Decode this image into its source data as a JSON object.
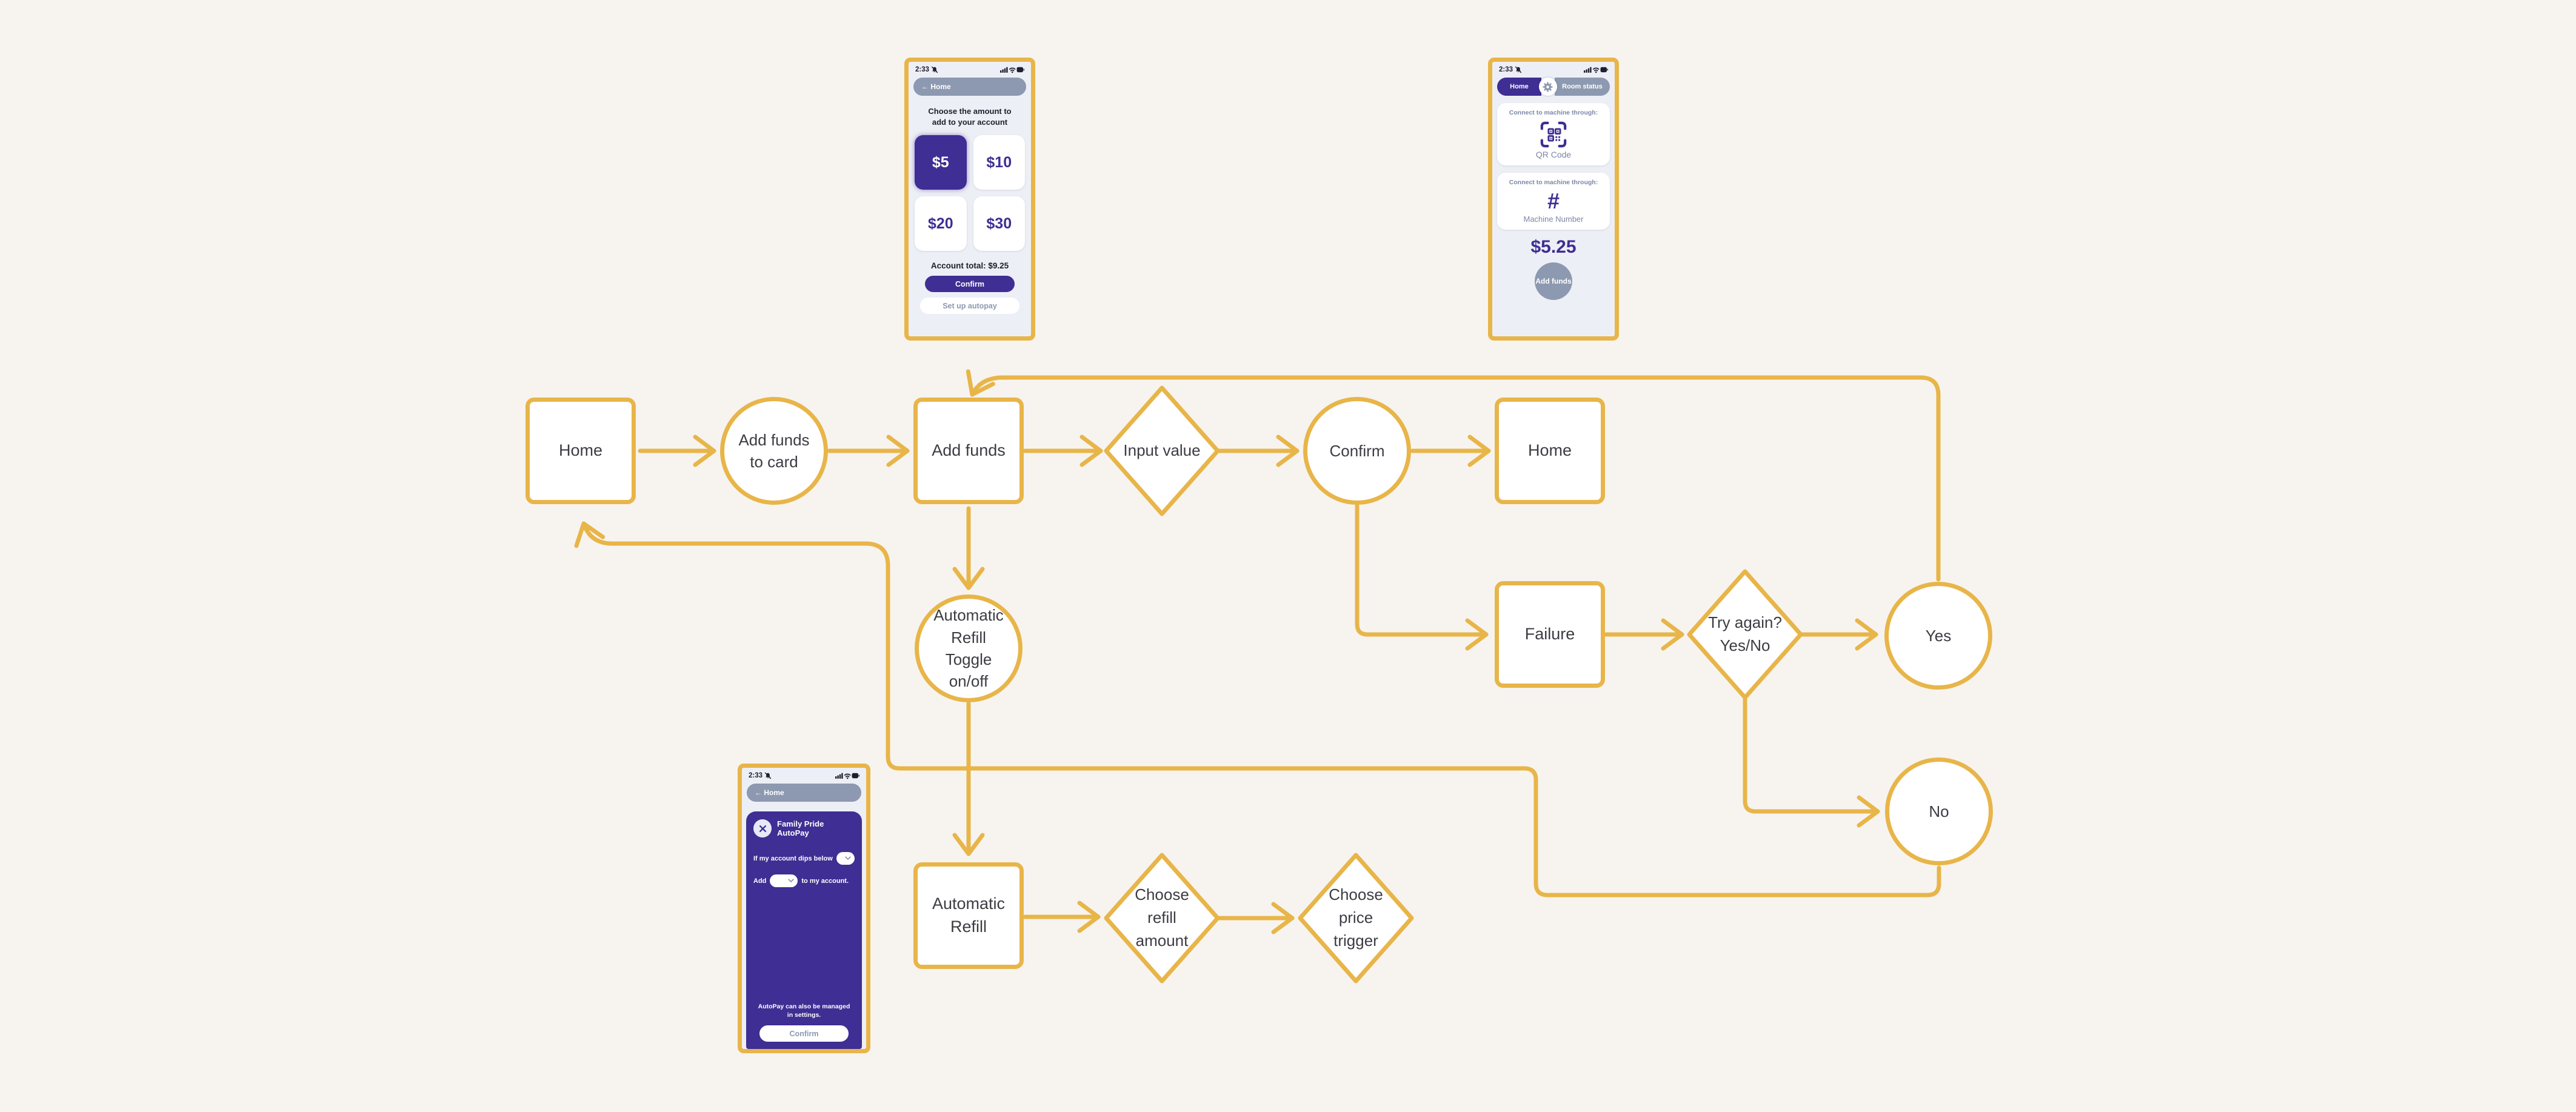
{
  "colors": {
    "accent_gold": "#E8B549",
    "brand_purple": "#3F2E93",
    "gray_pill": "#8D99B0",
    "screen_bg": "#EDEFF6",
    "page_bg": "#F7F4F0"
  },
  "flowchart": {
    "home1": "Home",
    "add_funds_to_card": "Add funds to card",
    "add_funds": "Add funds",
    "input_value": "Input value",
    "confirm": "Confirm",
    "home2": "Home",
    "failure": "Failure",
    "try_again": "Try again? Yes/No",
    "yes": "Yes",
    "no": "No",
    "auto_refill_toggle": "Automatic Refill Toggle on/off",
    "auto_refill": "Automatic Refill",
    "choose_refill": "Choose refill amount",
    "choose_trigger": "Choose price trigger"
  },
  "phone_add_amount": {
    "time": "2:33",
    "back_label": "← Home",
    "heading": "Choose the amount to add to your account",
    "amounts": [
      "$5",
      "$10",
      "$20",
      "$30"
    ],
    "selected_amount": "$5",
    "account_total": "Account total: $9.25",
    "confirm_label": "Confirm",
    "autopay_label": "Set up autopay"
  },
  "phone_connect": {
    "time": "2:33",
    "tab_home": "Home",
    "tab_room_status": "Room status",
    "connect_label_qr": "Connect to machine through:",
    "qr_caption": "QR Code",
    "connect_label_number": "Connect to machine through:",
    "hash_glyph": "#",
    "machine_caption": "Machine Number",
    "balance": "$5.25",
    "add_funds_label": "Add funds"
  },
  "phone_autopay": {
    "time": "2:33",
    "back_label": "← Home",
    "title": "Family Pride AutoPay",
    "rule_prefix": "If my account dips below",
    "add_prefix": "Add",
    "add_suffix": "to my account.",
    "note": "AutoPay can also be managed in settings.",
    "confirm_label": "Confirm"
  }
}
